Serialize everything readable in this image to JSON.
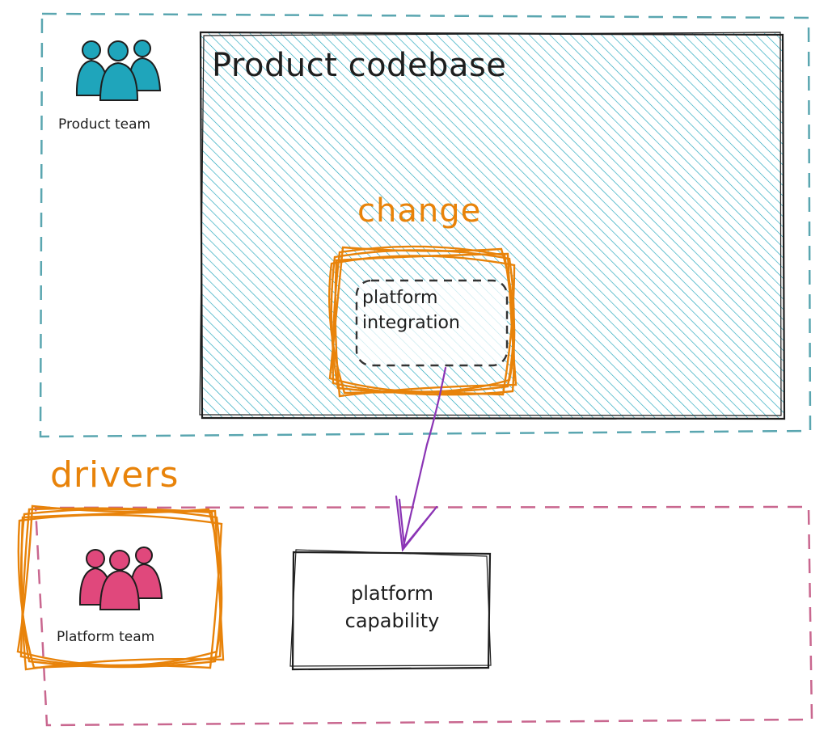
{
  "colors": {
    "product_teal": "#1fa5bb",
    "platform_pink": "#e0487c",
    "change_orange": "#e8830a",
    "arrow_purple": "#8b35b5",
    "product_boundary": "#5aa6b0",
    "platform_boundary": "#c9678f",
    "ink": "#1e1e1e"
  },
  "product_area": {
    "codebase_title": "Product codebase",
    "team_label": "Product team",
    "team_icon": "people-group-icon",
    "change_label": "change",
    "integration_lines": [
      "platform",
      "integration"
    ]
  },
  "platform_area": {
    "drivers_label": "drivers",
    "team_label": "Platform team",
    "team_icon": "people-group-icon",
    "capability_lines": [
      "platform",
      "capability"
    ]
  },
  "connectors": [
    {
      "from": "platform integration",
      "to": "platform capability",
      "style": "arrow"
    }
  ]
}
